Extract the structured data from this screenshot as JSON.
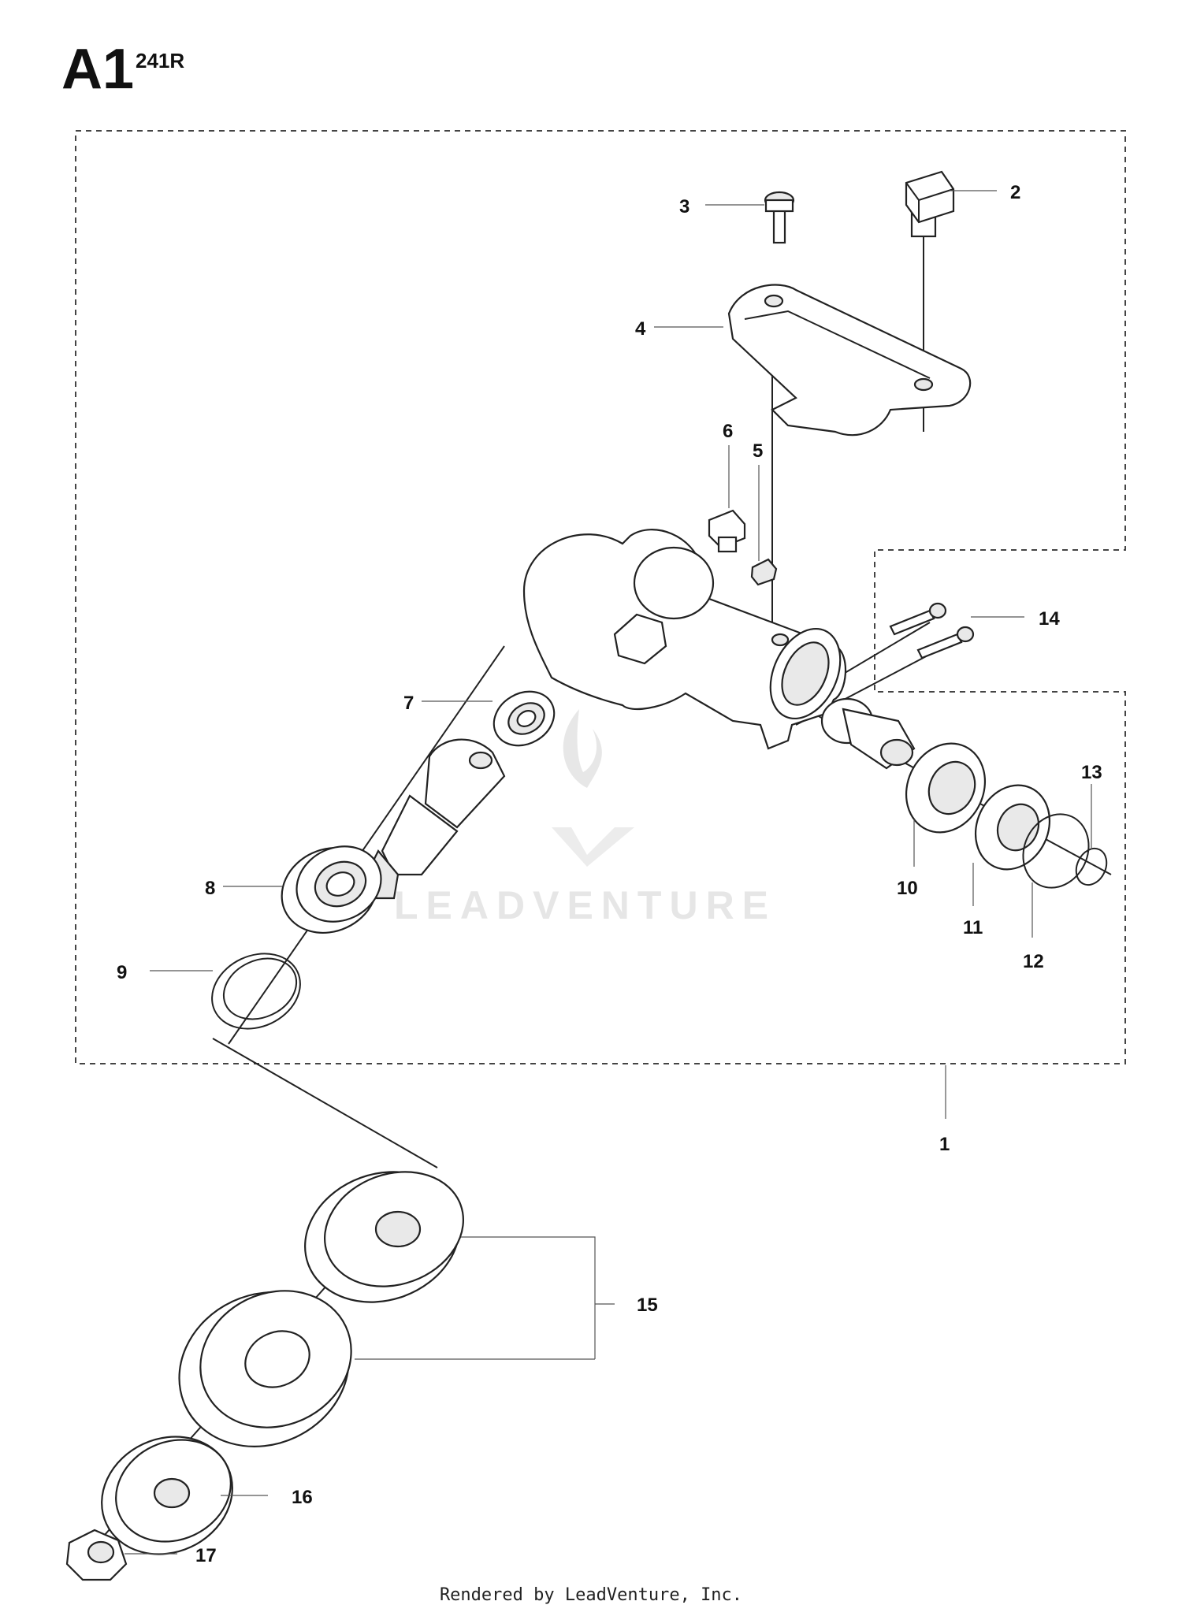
{
  "header": {
    "title": "A1",
    "model": "241R"
  },
  "watermark": "LEADVENTURE",
  "footer": "Rendered by LeadVenture, Inc.",
  "callouts": [
    "1",
    "2",
    "3",
    "4",
    "5",
    "6",
    "7",
    "8",
    "9",
    "10",
    "11",
    "12",
    "13",
    "14",
    "15",
    "16",
    "17"
  ]
}
